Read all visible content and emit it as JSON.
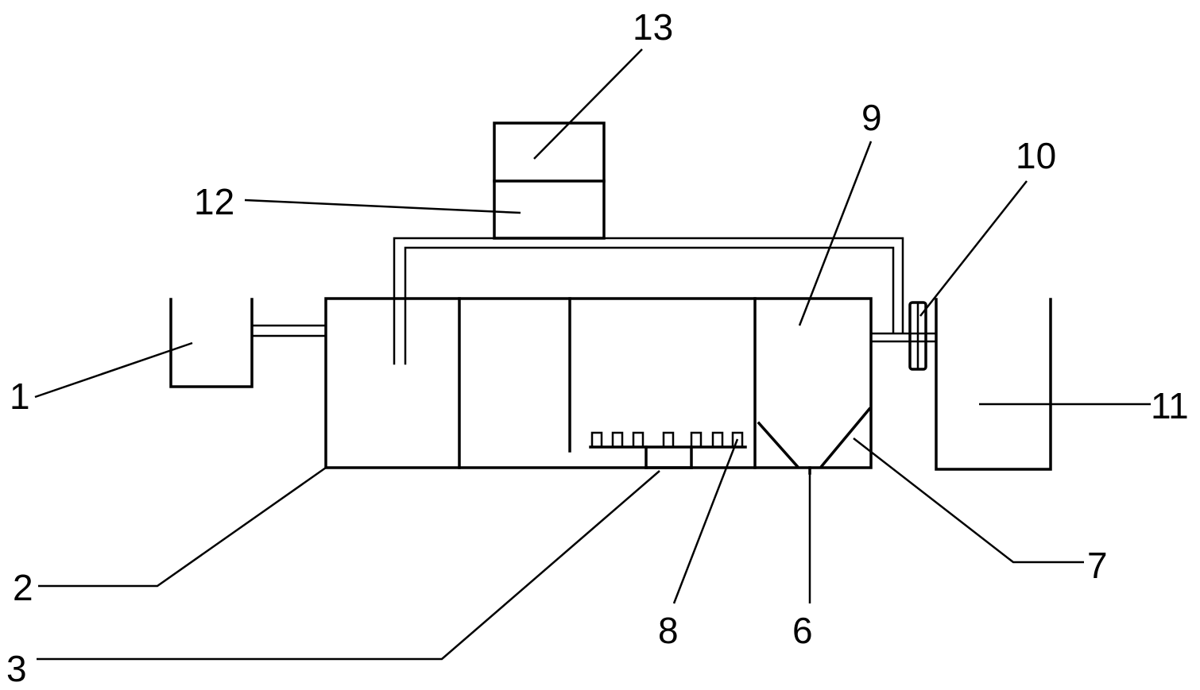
{
  "diagram": {
    "labels": {
      "n1": "1",
      "n2": "2",
      "n3": "3",
      "n6": "6",
      "n7": "7",
      "n8": "8",
      "n9": "9",
      "n10": "10",
      "n11": "11",
      "n12": "12",
      "n13": "13"
    },
    "colors": {
      "line": "#000000",
      "background": "#ffffff"
    }
  }
}
